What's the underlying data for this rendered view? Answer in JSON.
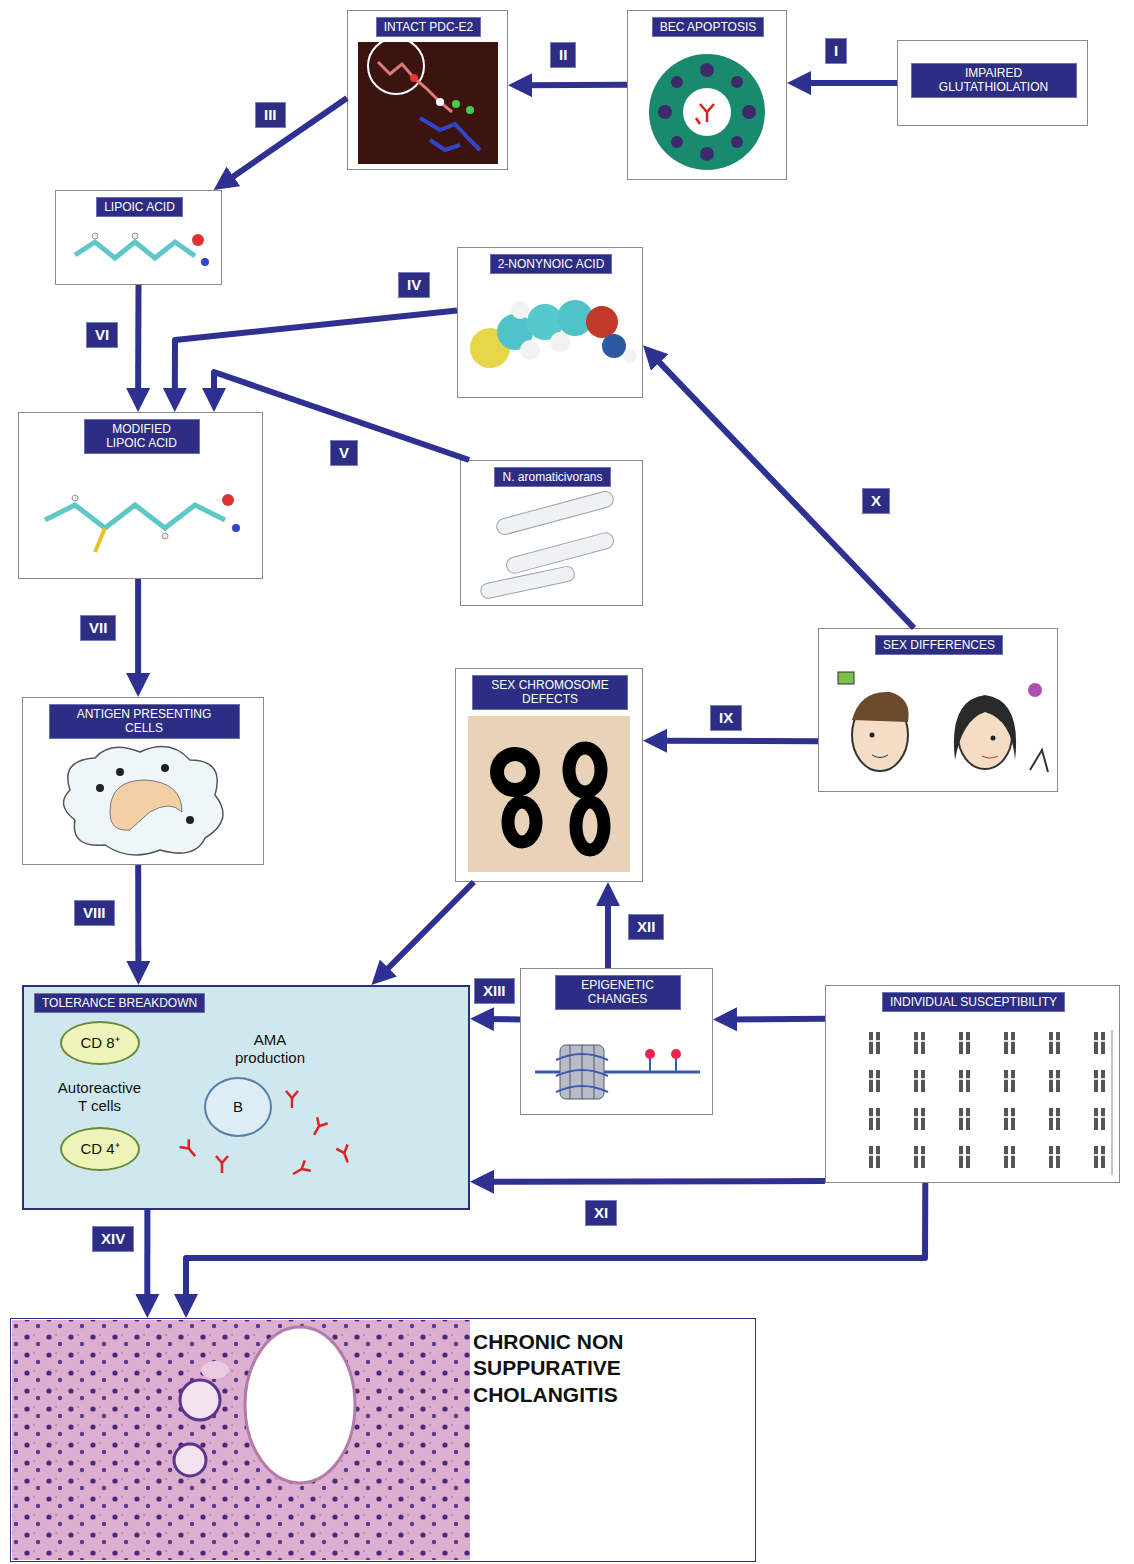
{
  "diagram": {
    "nodes": [
      {
        "text": [
          "INTACT PDC-E2"
        ]
      },
      {
        "text": [
          "BEC APOPTOSIS"
        ]
      },
      {
        "text": [
          "IMPAIRED GLUTATHIOLATION"
        ]
      },
      {
        "text": [
          "LIPOIC ACID"
        ]
      },
      {
        "text": [
          "2-NONYNOIC ACID"
        ]
      },
      {
        "text": [
          "MODIFIED LIPOIC ACID"
        ]
      },
      {
        "text": [
          "N. aromaticivorans"
        ]
      },
      {
        "text": [
          "SEX DIFFERENCES"
        ]
      },
      {
        "text": [
          "SEX CHROMOSOME DEFECTS"
        ]
      },
      {
        "text": [
          "ANTIGEN PRESENTING CELLS"
        ]
      },
      {
        "text": [
          "TOLERANCE BREAKDOWN",
          "Autoreactive T cells",
          "AMA production"
        ]
      },
      {
        "text": [
          "CD 8⁺"
        ],
        "in": 10
      },
      {
        "text": [
          "CD 4⁺"
        ],
        "in": 10
      },
      {
        "text": [
          "B"
        ],
        "in": 10
      },
      {
        "text": [
          "EPIGENETIC CHANGES"
        ]
      },
      {
        "text": [
          "INDIVIDUAL SUSCEPTIBILITY"
        ]
      },
      {
        "text": [
          "CHRONIC NON SUPPURATIVE CHOLANGITIS"
        ]
      }
    ],
    "edges": [
      {
        "from": 2,
        "to": 1,
        "arrow": "to",
        "label": "I"
      },
      {
        "from": 1,
        "to": 0,
        "arrow": "to",
        "label": "II"
      },
      {
        "from": 0,
        "to": 3,
        "arrow": "to",
        "label": "III"
      },
      {
        "from": 3,
        "to": 5,
        "arrow": "to",
        "label": "VI"
      },
      {
        "from": 4,
        "to": 5,
        "arrow": "to",
        "label": "IV"
      },
      {
        "from": 6,
        "to": 5,
        "arrow": "to",
        "label": "V"
      },
      {
        "from": 5,
        "to": 9,
        "arrow": "to",
        "label": "VII"
      },
      {
        "from": 9,
        "to": 10,
        "arrow": "to",
        "label": "VIII"
      },
      {
        "from": 7,
        "to": 8,
        "arrow": "to",
        "label": "IX"
      },
      {
        "from": 7,
        "to": 4,
        "arrow": "to",
        "label": "X"
      },
      {
        "from": 8,
        "to": 10,
        "arrow": "to"
      },
      {
        "from": 14,
        "to": 8,
        "arrow": "to",
        "label": "XII"
      },
      {
        "from": 14,
        "to": 10,
        "arrow": "to",
        "label": "XIII"
      },
      {
        "from": 15,
        "to": 14,
        "arrow": "to"
      },
      {
        "from": 15,
        "to": 10,
        "arrow": "to",
        "label": "XI"
      },
      {
        "from": 10,
        "to": 16,
        "arrow": "to",
        "label": "XIV"
      },
      {
        "from": 15,
        "to": 16,
        "arrow": "to"
      }
    ]
  }
}
